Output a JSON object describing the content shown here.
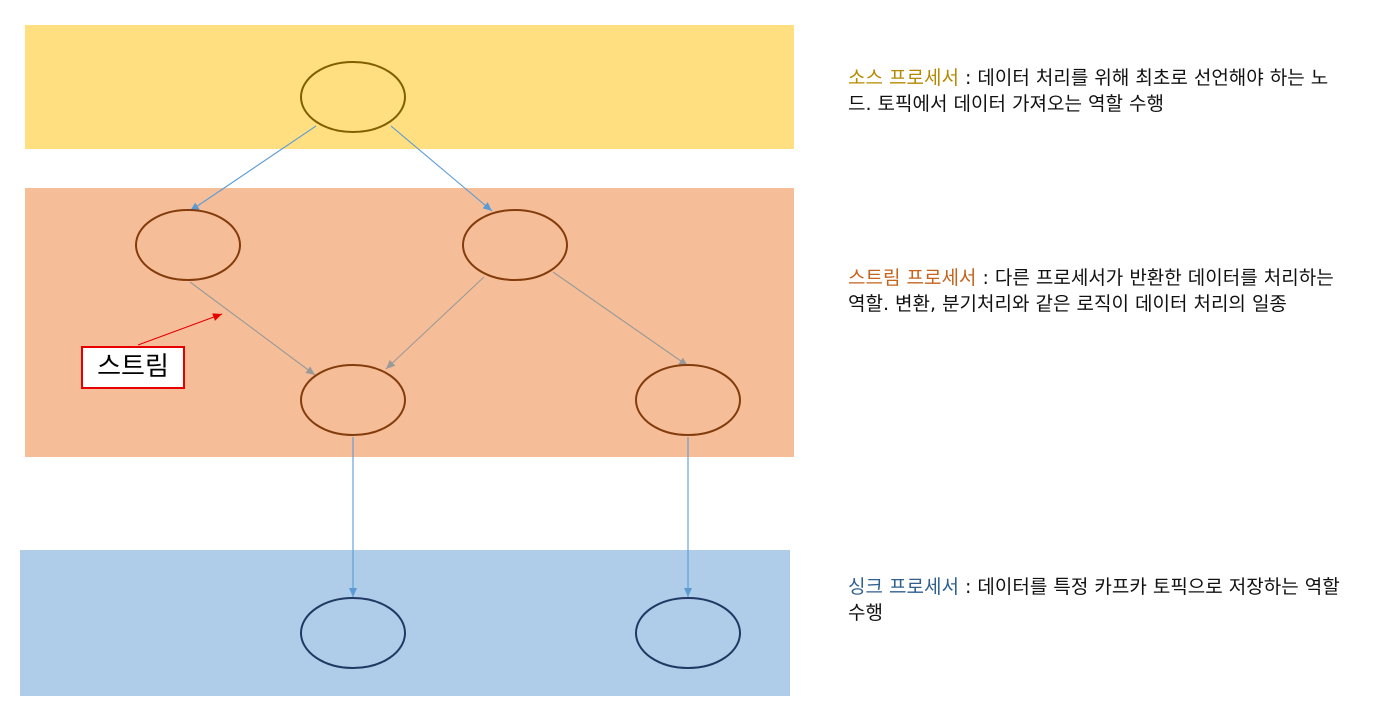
{
  "layers": {
    "source": {
      "term": "소스 프로세서",
      "separator": " : ",
      "description": "데이터 처리를 위해 최초로 선언해야 하는 노드. 토픽에서 데이터 가져오는 역할 수행",
      "fill": "#FFDF80",
      "node_stroke": "#7F6000"
    },
    "stream": {
      "term": "스트림 프로세서",
      "separator": " : ",
      "description": "다른 프로세서가 반환한 데이터를 처리하는 역할. 변환, 분기처리와 같은 로직이 데이터 처리의 일종",
      "fill": "#F6BE98",
      "node_stroke": "#843C0C"
    },
    "sink": {
      "term": "싱크 프로세서",
      "separator": " : ",
      "description": "데이터를 특정 카프카 토픽으로 저장하는 역할 수행",
      "fill": "#AFCDE8",
      "node_stroke": "#203864"
    }
  },
  "callout": {
    "label": "스트림",
    "border_color": "#E60000",
    "arrow_color": "#E60000"
  },
  "edge_colors": {
    "source_to_stream": "#5B9BD5",
    "stream_internal": "#999999",
    "stream_to_sink": "#5B9BD5"
  }
}
